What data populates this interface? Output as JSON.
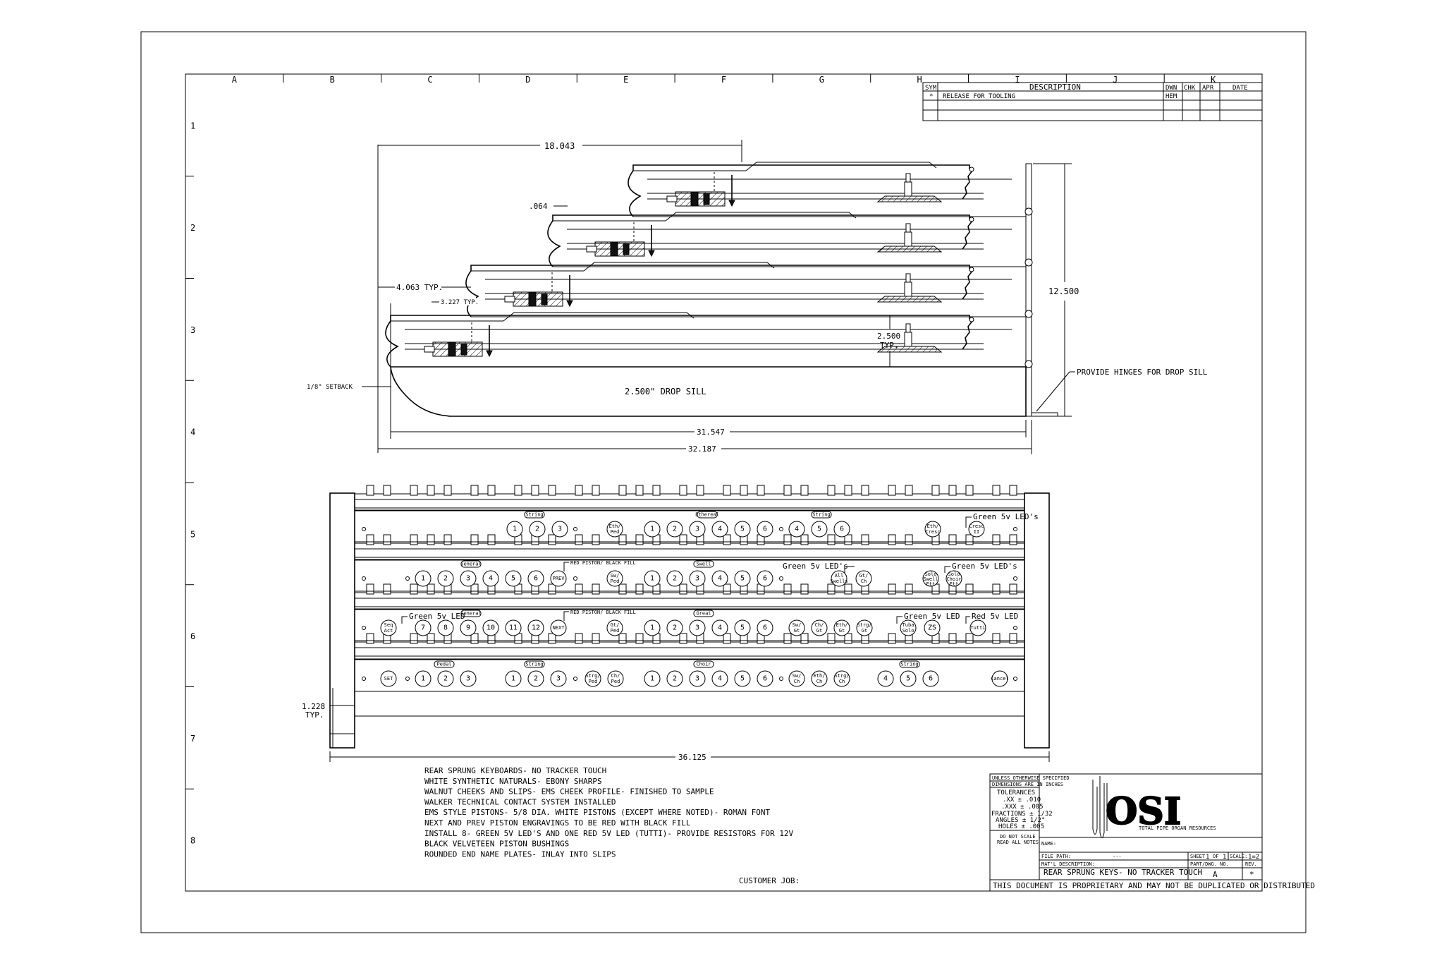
{
  "grid": {
    "columns": [
      "A",
      "B",
      "C",
      "D",
      "E",
      "F",
      "G",
      "H",
      "I",
      "J",
      "K"
    ],
    "rows": [
      "1",
      "2",
      "3",
      "4",
      "5",
      "6",
      "7",
      "8"
    ]
  },
  "revision_table": {
    "headers": {
      "sym": "SYM",
      "description": "DESCRIPTION",
      "dwn": "DWN",
      "chk": "CHK",
      "apr": "APR",
      "date": "DATE"
    },
    "rows": [
      {
        "sym": "*",
        "description": "RELEASE FOR TOOLING",
        "dwn": "HEM",
        "chk": "",
        "apr": "",
        "date": ""
      }
    ]
  },
  "side_view": {
    "dim_top": "18.043",
    "dim_small": ".064",
    "dim_tier": "4.063 TYP.",
    "dim_tier_inner": "3.227 TYP.",
    "dim_height": "12.500",
    "dim_step": "2.500",
    "dim_step_typ": "TYP.",
    "drop_sill": "2.500\" DROP SILL",
    "setback": "1/8\" SETBACK",
    "hinge_note": "PROVIDE HINGES FOR DROP SILL",
    "dim_inner_width": "31.547",
    "dim_overall_width": "32.187"
  },
  "front_view": {
    "dim_key_height": "1.228",
    "dim_key_height_typ": "TYP.",
    "dim_width": "36.125",
    "led_labels": {
      "led1": "Green 5v LED's",
      "led2": "Green 5v LED's",
      "led3": "Green 5v LED's",
      "led4": "Green 5v LED",
      "led5": "Green 5v LED",
      "led6": "Red 5v LED",
      "red_piston1": "RED PISTON/ BLACK FILL",
      "red_piston2": "RED PISTON/ BLACK FILL"
    },
    "rails": [
      {
        "tabs": [
          "String",
          "Ethereal",
          "String"
        ],
        "pistons": [
          "1",
          "2",
          "3",
          "Eth/ Ped",
          "1",
          "2",
          "3",
          "4",
          "5",
          "6",
          "4",
          "5",
          "6",
          "Eth/ Cresc",
          "Cresc II"
        ]
      },
      {
        "tabs": [
          "General",
          "Swell"
        ],
        "pistons": [
          "1",
          "2",
          "3",
          "4",
          "5",
          "6",
          "PREV",
          "Sw/ Ped",
          "1",
          "2",
          "3",
          "4",
          "5",
          "6",
          "All Swells",
          "Gt/ Ch",
          "Solo Swell Ett",
          "Solo Choir Ett"
        ]
      },
      {
        "tabs": [
          "General",
          "Great"
        ],
        "pistons": [
          "Seq Act",
          "7",
          "8",
          "9",
          "10",
          "11",
          "12",
          "NEXT",
          "Gt/ Ped",
          "1",
          "2",
          "3",
          "4",
          "5",
          "6",
          "Sw/ Gt",
          "Ch/ Gt",
          "Eth/ Gt",
          "Strg/ Gt",
          "Tuba Solo",
          "ZS",
          "Tutti"
        ]
      },
      {
        "tabs": [
          "Pedal",
          "String",
          "Choir",
          "String"
        ],
        "pistons": [
          "SET",
          "1",
          "2",
          "3",
          "1",
          "2",
          "3",
          "Strg/ Ped",
          "Ch/ Ped",
          "1",
          "2",
          "3",
          "4",
          "5",
          "6",
          "Sw/ Ch",
          "Eth/ Ch",
          "Strg/ Ch",
          "4",
          "5",
          "6",
          "Cancel"
        ]
      }
    ]
  },
  "notes": [
    "REAR SPRUNG KEYBOARDS- NO TRACKER TOUCH",
    "WHITE SYNTHETIC NATURALS- EBONY SHARPS",
    "WALNUT CHEEKS AND SLIPS- EMS CHEEK PROFILE- FINISHED TO SAMPLE",
    "WALKER TECHNICAL CONTACT SYSTEM INSTALLED",
    "EMS STYLE PISTONS- 5/8 DIA. WHITE PISTONS (EXCEPT WHERE NOTED)- ROMAN FONT",
    "NEXT AND PREV PISTON ENGRAVINGS TO BE RED WITH BLACK FILL",
    "INSTALL 8- GREEN 5V LED'S AND ONE RED 5V LED (TUTTI)- PROVIDE RESISTORS FOR 12V",
    "BLACK VELVETEEN PISTON BUSHINGS",
    "ROUNDED END NAME PLATES- INLAY INTO SLIPS"
  ],
  "customer_job": "CUSTOMER JOB:",
  "title_block": {
    "spec_header1": "UNLESS OTHERWISE SPECIFIED",
    "spec_header2": "DIMENSIONS ARE IN INCHES",
    "tolerances": "TOLERANCES",
    "tol_xx": ".XX ± .010",
    "tol_xxx": ".XXX ± .005",
    "tol_fractions": "FRACTIONS ± 1/32",
    "tol_angles": "ANGLES ± 1/2°",
    "tol_holes": "HOLES ± .005",
    "no_scale1": "DO NOT SCALE",
    "no_scale2": "READ ALL NOTES",
    "logo_text": "OSI",
    "company": "TOTAL PIPE ORGAN RESOURCES",
    "name_label": "NAME:",
    "file_path_label": "FILE PATH:",
    "file_path_value": "---",
    "sheet_label": "SHEET",
    "sheet_num": "1",
    "sheet_of": "OF",
    "sheet_total": "1",
    "scale_label": "SCALE:",
    "scale_value": "1=2",
    "matl_label": "MAT'L DESCRIPTION:",
    "description": "REAR SPRUNG KEYS- NO TRACKER TOUCH",
    "part_label": "PART/DWG. NO.",
    "part_value": "A",
    "rev_label": "REV.",
    "rev_value": "*",
    "proprietary": "THIS DOCUMENT IS PROPRIETARY AND MAY NOT BE DUPLICATED OR DISTRIBUTED"
  }
}
